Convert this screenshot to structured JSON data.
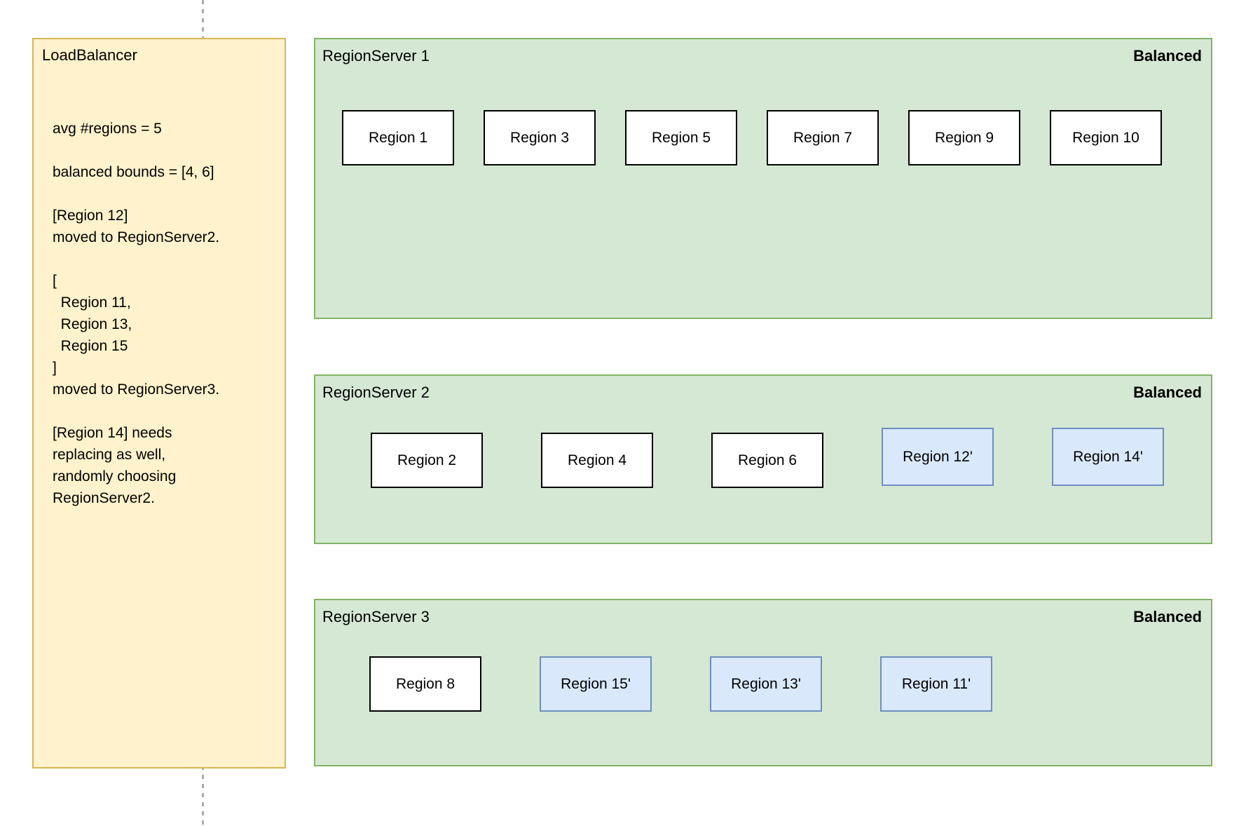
{
  "load_balancer": {
    "title": "LoadBalancer",
    "notes": "avg #regions = 5\n\nbalanced bounds = [4, 6]\n\n[Region 12]\nmoved to RegionServer2.\n\n[\n  Region 11,\n  Region 13,\n  Region 15\n]\nmoved to RegionServer3.\n\n[Region 14] needs\nreplacing as well,\nrandomly choosing\nRegionServer2."
  },
  "servers": [
    {
      "name": "RegionServer 1",
      "status": "Balanced",
      "regions": [
        {
          "label": "Region 1",
          "moved": false
        },
        {
          "label": "Region 3",
          "moved": false
        },
        {
          "label": "Region 5",
          "moved": false
        },
        {
          "label": "Region 7",
          "moved": false
        },
        {
          "label": "Region 9",
          "moved": false
        },
        {
          "label": "Region 10",
          "moved": false
        }
      ]
    },
    {
      "name": "RegionServer 2",
      "status": "Balanced",
      "regions": [
        {
          "label": "Region 2",
          "moved": false
        },
        {
          "label": "Region 4",
          "moved": false
        },
        {
          "label": "Region 6",
          "moved": false
        },
        {
          "label": "Region 12'",
          "moved": true
        },
        {
          "label": "Region 14'",
          "moved": true
        }
      ]
    },
    {
      "name": "RegionServer 3",
      "status": "Balanced",
      "regions": [
        {
          "label": "Region 8",
          "moved": false
        },
        {
          "label": "Region 15'",
          "moved": true
        },
        {
          "label": "Region 13'",
          "moved": true
        },
        {
          "label": "Region 11'",
          "moved": true
        }
      ]
    }
  ],
  "colors": {
    "note_fill": "#fff2cc",
    "note_border": "#d6b656",
    "server_fill": "#d5e8d4",
    "server_border": "#82b366",
    "region_fill": "#ffffff",
    "region_border": "#000000",
    "moved_region_fill": "#dae8fc",
    "moved_region_border": "#6c8ebf",
    "divider": "#a9a9a9"
  }
}
